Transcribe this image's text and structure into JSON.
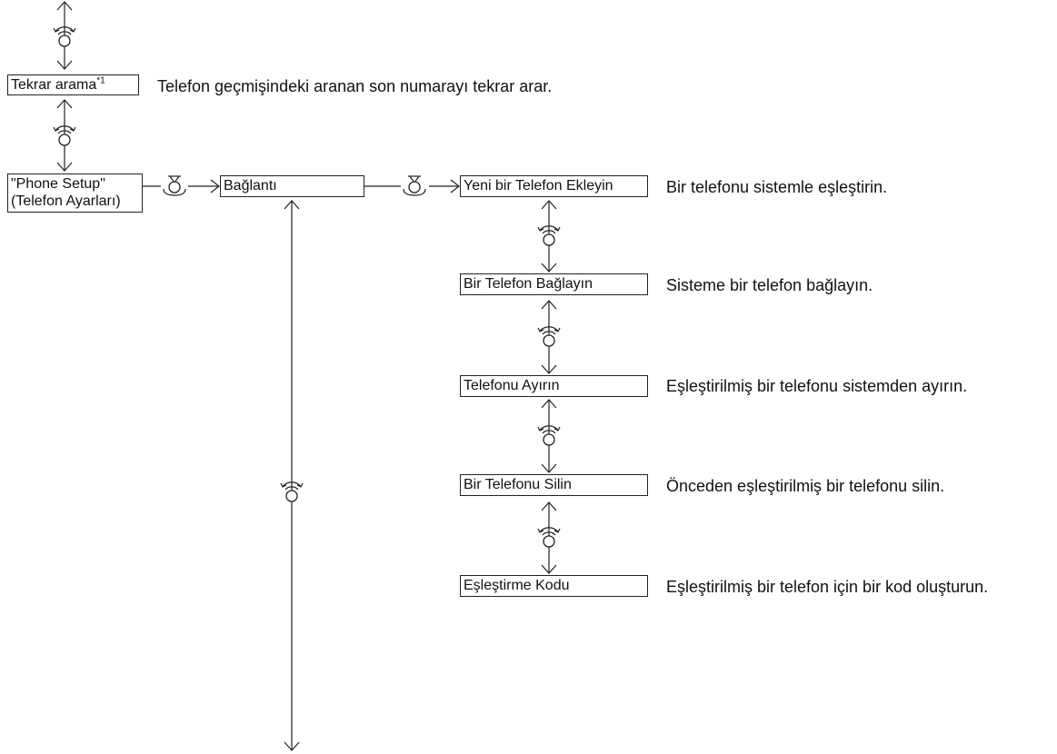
{
  "menu": {
    "redial": {
      "label": "Tekrar arama",
      "footnote": "*1",
      "description": "Telefon geçmişindeki aranan son numarayı tekrar arar."
    },
    "phone_setup": {
      "line1": "\"Phone Setup\"",
      "line2": "(Telefon Ayarları)"
    },
    "connection": {
      "label": "Bağlantı"
    },
    "submenu": [
      {
        "label": "Yeni bir Telefon Ekleyin",
        "description": "Bir telefonu sistemle eşleştirin."
      },
      {
        "label": "Bir Telefon Bağlayın",
        "description": "Sisteme bir telefon bağlayın."
      },
      {
        "label": "Telefonu Ayırın",
        "description": "Eşleştirilmiş bir telefonu sistemden ayırın."
      },
      {
        "label": "Bir Telefonu Silin",
        "description": "Önceden eşleştirilmiş bir telefonu silin."
      },
      {
        "label": "Eşleştirme Kodu",
        "description": "Eşleştirilmiş bir telefon için bir kod oluşturun."
      }
    ]
  },
  "icons": {
    "rotate": "rotate-knob-icon",
    "press": "press-knob-icon"
  }
}
